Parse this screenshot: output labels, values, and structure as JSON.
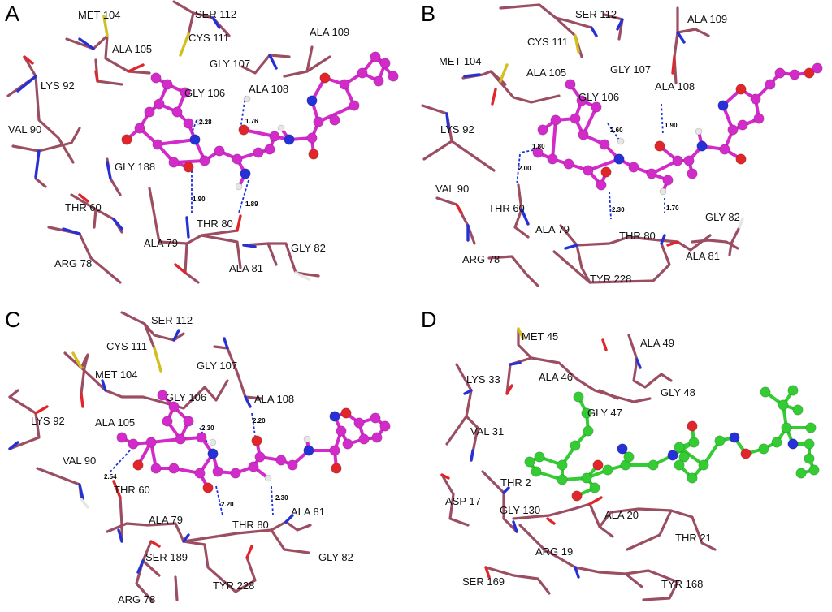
{
  "colors": {
    "stick": "#9b4e62",
    "oxygen": "#e0262a",
    "nitrogen": "#2531d6",
    "sulfur": "#d3c01e",
    "hydrogen": "#e6e6e6",
    "ligand_magenta": "#d22bc9",
    "ligand_green": "#33cc33",
    "hbond": "#1b2fe0"
  },
  "panels": [
    {
      "id": "A",
      "letter": "A",
      "ligand": "magenta",
      "residues": [
        "SER 112",
        "MET 104",
        "CYS 111",
        "ALA 109",
        "ALA 105",
        "GLY 107",
        "ALA 108",
        "LYS 92",
        "GLY 106",
        "VAL 90",
        "GLY 188",
        "THR 60",
        "THR 80",
        "ALA 79",
        "GLY 82",
        "ARG 78",
        "ALA 81"
      ],
      "distances": [
        "1.76",
        "2.28",
        "1.90",
        "1.89"
      ]
    },
    {
      "id": "B",
      "letter": "B",
      "ligand": "magenta",
      "residues": [
        "SER 112",
        "ALA 109",
        "CYS 111",
        "MET 104",
        "GLY 107",
        "ALA 105",
        "ALA 108",
        "GLY 106",
        "LYS 92",
        "VAL 90",
        "THR 60",
        "ALA 79",
        "GLY 82",
        "THR 80",
        "ARG 78",
        "ALA 81",
        "TYR 228"
      ],
      "distances": [
        "2.60",
        "1.90",
        "1.80",
        "2.00",
        "2.30",
        "1.70"
      ]
    },
    {
      "id": "C",
      "letter": "C",
      "ligand": "magenta",
      "residues": [
        "SER 112",
        "CYS 111",
        "MET 104",
        "GLY 107",
        "GLY 106",
        "ALA 108",
        "LYS 92",
        "ALA 105",
        "VAL 90",
        "THR 60",
        "ALA 79",
        "THR 80",
        "ALA 81",
        "SER 189",
        "GLY 82",
        "TYR 228",
        "ARG 78"
      ],
      "distances": [
        "2.30",
        "2.20",
        "2.54",
        "2.20",
        "2.30"
      ]
    },
    {
      "id": "D",
      "letter": "D",
      "ligand": "green",
      "residues": [
        "MET 45",
        "ALA 49",
        "LYS 33",
        "ALA 46",
        "GLY 48",
        "GLY 47",
        "VAL 31",
        "THR 2",
        "ASP 17",
        "GLY 130",
        "ALA 20",
        "THR 21",
        "ARG 19",
        "SER 169",
        "TYR 168"
      ],
      "distances": []
    }
  ]
}
